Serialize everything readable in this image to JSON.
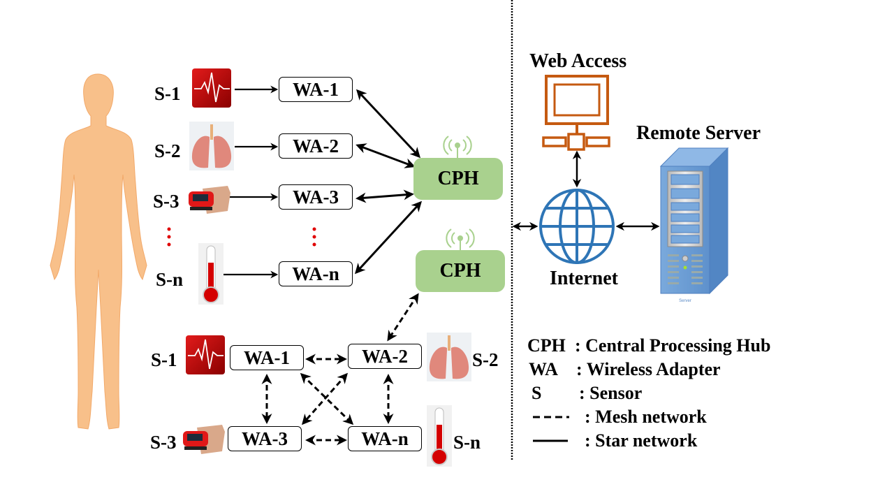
{
  "star_section": {
    "sensors": [
      {
        "label": "S-1",
        "icon": "ecg-icon"
      },
      {
        "label": "S-2",
        "icon": "lungs-icon"
      },
      {
        "label": "S-3",
        "icon": "pulse-oximeter-icon"
      },
      {
        "label": "S-n",
        "icon": "thermometer-icon"
      }
    ],
    "adapters": [
      "WA-1",
      "WA-2",
      "WA-3",
      "WA-n"
    ],
    "hub": "CPH"
  },
  "mesh_section": {
    "hub": "CPH",
    "sensors": [
      {
        "label": "S-1",
        "icon": "ecg-icon"
      },
      {
        "label": "S-2",
        "icon": "lungs-icon"
      },
      {
        "label": "S-3",
        "icon": "pulse-oximeter-icon"
      },
      {
        "label": "S-n",
        "icon": "thermometer-icon"
      }
    ],
    "adapters": [
      "WA-1",
      "WA-2",
      "WA-3",
      "WA-n"
    ]
  },
  "remote": {
    "web_access": "Web Access",
    "internet": "Internet",
    "remote_server": "Remote Server",
    "server_caption": "Server"
  },
  "legend": [
    {
      "key": "CPH",
      "text": ": Central Processing Hub"
    },
    {
      "key": "WA",
      "text": ": Wireless Adapter"
    },
    {
      "key": "S",
      "text": ": Sensor"
    },
    {
      "key": "dashed-line",
      "text": ": Mesh network"
    },
    {
      "key": "solid-line",
      "text": ": Star network"
    }
  ],
  "colors": {
    "hub_green": "#a9d18e",
    "antenna_green": "#a9d18e",
    "computer_orange": "#c55a11",
    "globe_blue": "#2e75b6",
    "server_blue": "#6fa0d8",
    "body_skin": "#f8c08a",
    "ellipsis_red": "#e00000"
  }
}
